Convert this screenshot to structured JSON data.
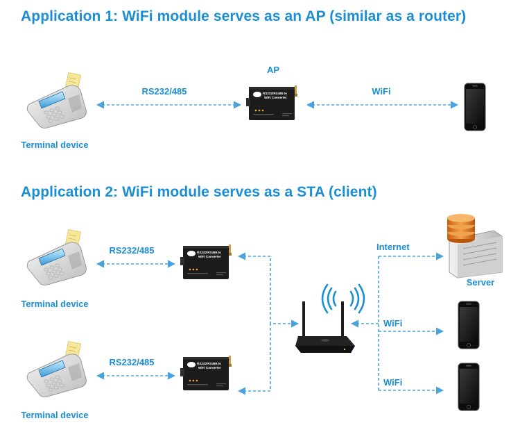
{
  "app1": {
    "title": "Application 1: WiFi module serves as an AP (similar as a router)",
    "ap_label": "AP",
    "link_serial": "RS232/485",
    "link_wifi": "WiFi",
    "terminal_label": "Terminal device"
  },
  "app2": {
    "title": "Application 2: WiFi module serves as a STA (client)",
    "link_serial_1": "RS232/485",
    "link_serial_2": "RS232/485",
    "terminal_label_1": "Terminal device",
    "terminal_label_2": "Terminal device",
    "link_internet": "Internet",
    "server_label": "Server",
    "link_wifi_1": "WiFi",
    "link_wifi_2": "WiFi"
  },
  "device_text": {
    "line1": "RS232/RS485 to",
    "line2": "WiFi Converter"
  },
  "colors": {
    "accent": "#1a8fd6",
    "connector": "#4aa3df",
    "device_body": "#1c1c1c",
    "server_disk": "#e07b22"
  },
  "icons": [
    "payment-terminal-icon",
    "wifi-converter-icon",
    "smartphone-icon",
    "router-icon",
    "server-icon",
    "wifi-signal-icon"
  ]
}
